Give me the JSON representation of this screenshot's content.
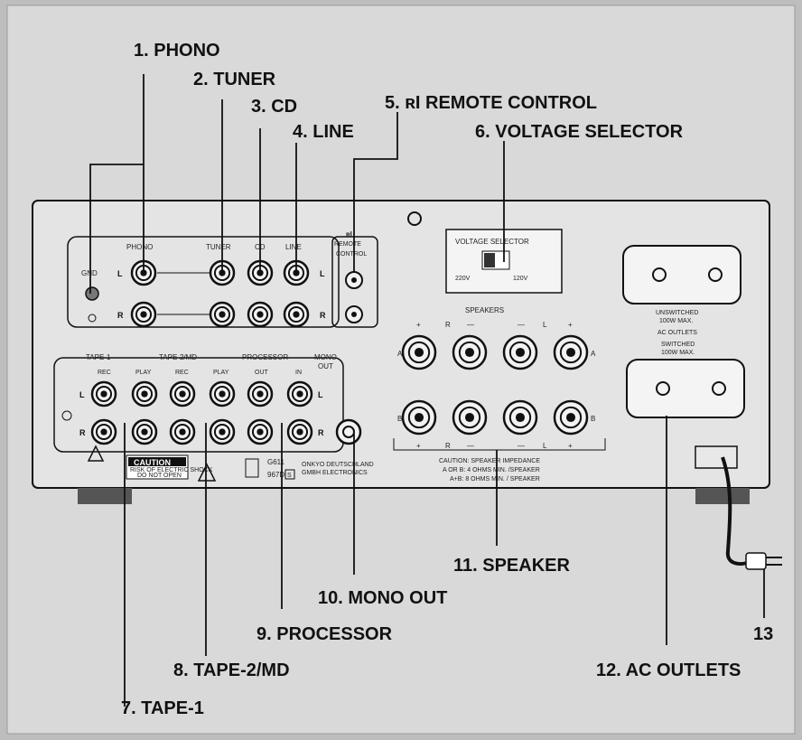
{
  "callouts": {
    "phono": "1. PHONO",
    "tuner": "2. TUNER",
    "cd": "3. CD",
    "line": "4. LINE",
    "remote": "5. ʀI REMOTE CONTROL",
    "voltage": "6. VOLTAGE SELECTOR",
    "tape1": "7. TAPE-1",
    "tape2": "8. TAPE-2/MD",
    "processor": "9. PROCESSOR",
    "mono_out": "10. MONO OUT",
    "speaker": "11. SPEAKER",
    "ac_outlets": "12. AC OUTLETS",
    "power_cord": "13"
  },
  "panel": {
    "gnd": "GND",
    "phono": "PHONO",
    "tuner": "TUNER",
    "cd": "CD",
    "line": "LINE",
    "ri": "ʀI",
    "remote": "REMOTE",
    "control": "CONTROL",
    "left": "L",
    "right": "R",
    "tape1": "TAPE-1",
    "tape2": "TAPE-2/MD",
    "processor": "PROCESSOR",
    "mono": "MONO",
    "out": "OUT",
    "rec": "REC",
    "play": "PLAY",
    "proc_out": "OUT",
    "proc_in": "IN",
    "voltage_title": "VOLTAGE SELECTOR",
    "v220": "220V",
    "v120": "120V",
    "speakers": "SPEAKERS",
    "plus": "+",
    "minus": "—",
    "sp_r": "R",
    "sp_l": "L",
    "sp_a": "A",
    "sp_b": "B",
    "unswitched": "UNSWITCHED",
    "unswitched_max": "100W MAX.",
    "ac_outlets": "AC OUTLETS",
    "switched": "SWITCHED",
    "switched_max": "100W MAX.",
    "caution": "CAUTION",
    "caution_sub1": "RISK OF ELECTRIC SHOCK",
    "caution_sub2": "DO NOT OPEN",
    "cert1": "G611",
    "cert2": "967D",
    "cert_s": "S",
    "maker1": "ONKYO DEUTSCHLAND",
    "maker2": "GMBH ELECTRONICS",
    "imp1": "CAUTION:  SPEAKER IMPEDANCE",
    "imp2": "A OR B:  4 OHMS MIN. /SPEAKER",
    "imp3": "A+B:  8 OHMS MIN. / SPEAKER"
  },
  "colors": {
    "background": "#bdbdbd",
    "panel": "#dedede",
    "line": "#111111"
  }
}
